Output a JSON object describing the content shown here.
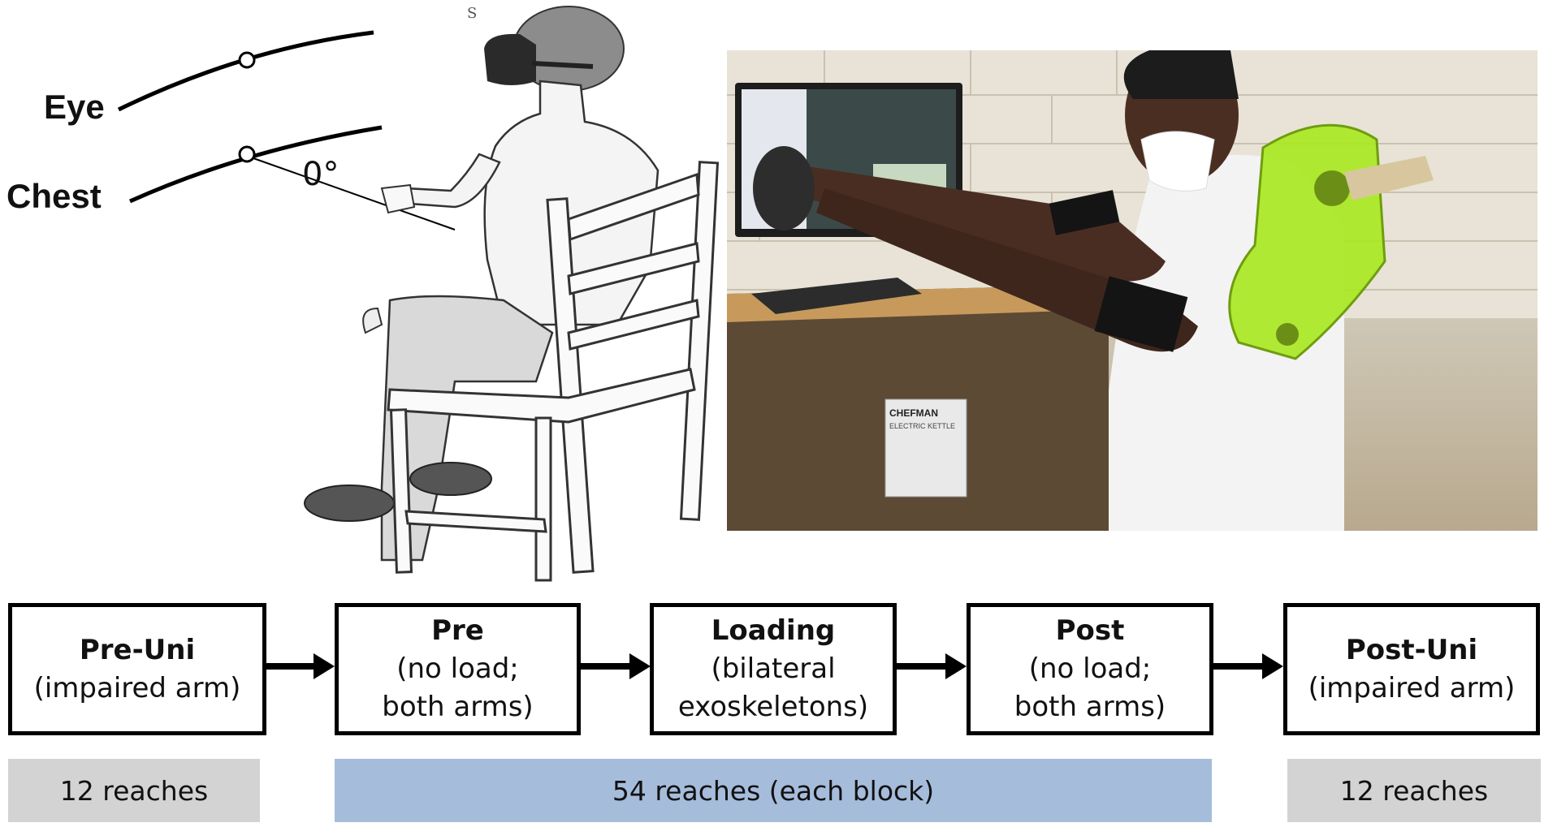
{
  "figure": {
    "sketch": {
      "eye_label": "Eye",
      "chest_label": "Chest",
      "angle_label": "0°",
      "signature": "S"
    },
    "photo": {
      "kettle_box_brand": "CHEFMAN",
      "kettle_box_text": "ELECTRIC KETTLE"
    },
    "protocol": {
      "blocks": [
        {
          "title": "Pre-Uni",
          "lines": [
            "(impaired arm)"
          ]
        },
        {
          "title": "Pre",
          "lines": [
            "(no load;",
            "both arms)"
          ]
        },
        {
          "title": "Loading",
          "lines": [
            "(bilateral",
            "exoskeletons)"
          ]
        },
        {
          "title": "Post",
          "lines": [
            "(no load;",
            "both arms)"
          ]
        },
        {
          "title": "Post-Uni",
          "lines": [
            "(impaired arm)"
          ]
        }
      ],
      "bands": [
        {
          "label": "12 reaches",
          "color": "#d3d3d3"
        },
        {
          "label": "54 reaches (each block)",
          "color": "#a6bcdb"
        },
        {
          "label": "12 reaches",
          "color": "#d3d3d3"
        }
      ]
    },
    "colors": {
      "border": "#000000",
      "gray_band": "#d3d3d3",
      "blue_band": "#a6bcdb",
      "exoskeleton": "#a8e81e"
    }
  }
}
